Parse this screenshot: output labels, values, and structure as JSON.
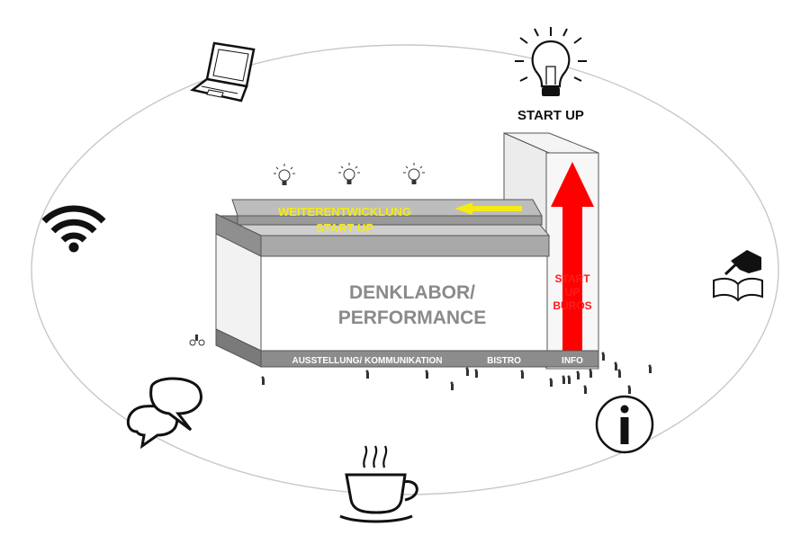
{
  "labels": {
    "startup_top": "START UP",
    "weiter_line1": "WEITERENTWICKLUNG",
    "weiter_line2": "START UP",
    "denklabor_line1": "DENKLABOR/",
    "denklabor_line2": "PERFORMANCE",
    "buero_line1": "START",
    "buero_line2": "UP",
    "buero_line3": "BÜROS",
    "base_ausstellung": "AUSSTELLUNG/ KOMMUNIKATION",
    "base_bistro": "BISTRO",
    "base_info": "INFO"
  },
  "icons": [
    "laptop-icon",
    "lightbulb-icon",
    "wifi-icon",
    "writing-hand-book-icon",
    "speech-bubbles-icon",
    "info-icon",
    "coffee-cup-icon"
  ],
  "colors": {
    "highlight": "#f5ea14",
    "arrow": "#ff0000",
    "building_text": "#8a8a8a",
    "base_strip": "#8c8c8c",
    "roof": "#a8a8a8"
  }
}
